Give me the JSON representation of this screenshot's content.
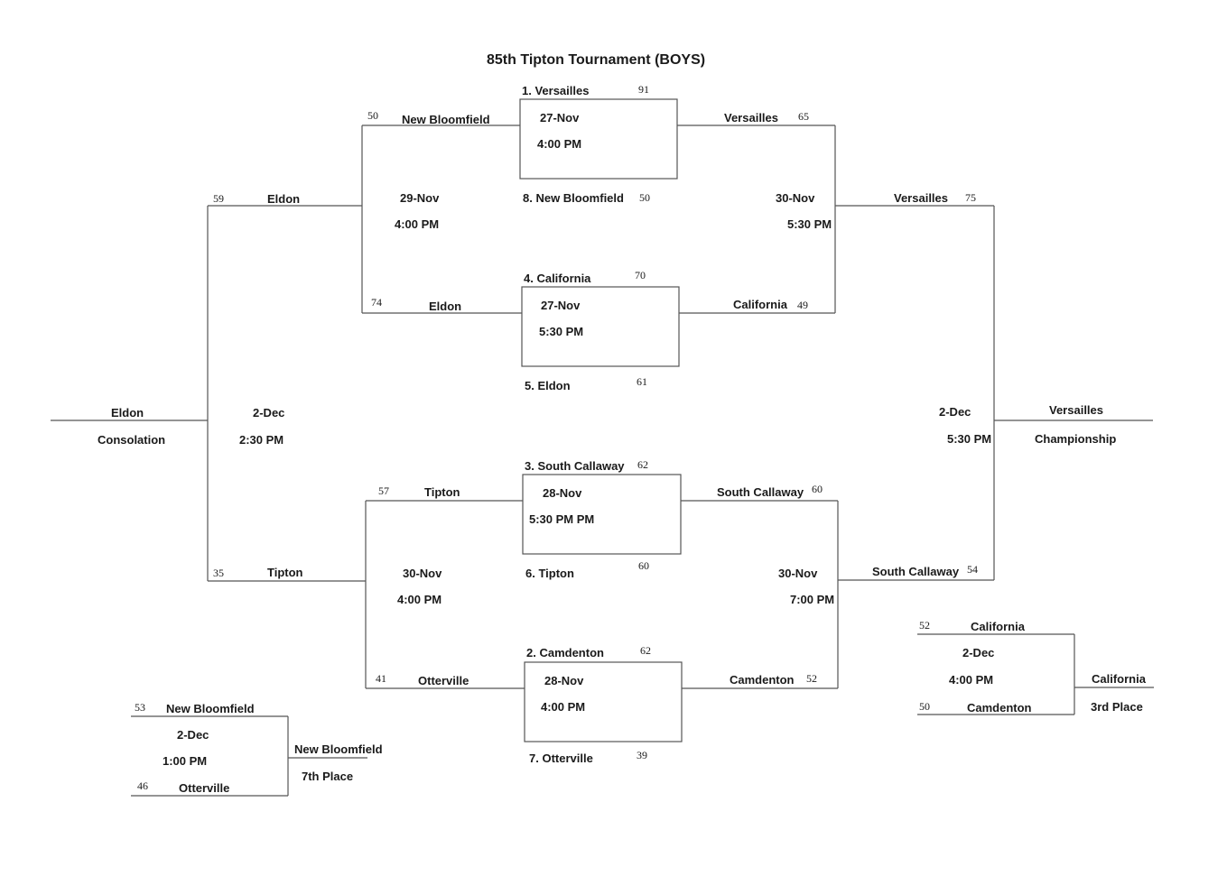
{
  "title": "85th Tipton Tournament (BOYS)",
  "first_round": [
    {
      "top_seed": "1. Versailles",
      "top_score": "91",
      "date": "27-Nov",
      "time": "4:00 PM",
      "bottom_seed": "8. New Bloomfield",
      "bottom_score": "50"
    },
    {
      "top_seed": "4. California",
      "top_score": "70",
      "date": "27-Nov",
      "time": "5:30 PM",
      "bottom_seed": "5. Eldon",
      "bottom_score": "61"
    },
    {
      "top_seed": "3. South Callaway",
      "top_score": "62",
      "date": "28-Nov",
      "time": "5:30 PM PM",
      "bottom_seed": "6. Tipton",
      "bottom_score": "60"
    },
    {
      "top_seed": "2. Camdenton",
      "top_score": "62",
      "date": "28-Nov",
      "time": "4:00 PM",
      "bottom_seed": "7. Otterville",
      "bottom_score": "39"
    }
  ],
  "winners_semis": {
    "top": {
      "team1": "Versailles",
      "score1": "65",
      "team2": "California",
      "score2": "49",
      "date": "30-Nov",
      "time": "5:30 PM"
    },
    "bottom": {
      "team1": "South Callaway",
      "score1": "60",
      "team2": "Camdenton",
      "score2": "52",
      "date": "30-Nov",
      "time": "7:00 PM"
    }
  },
  "championship": {
    "team1": "Versailles",
    "score1": "75",
    "team2": "South Callaway",
    "score2": "54",
    "date": "2-Dec",
    "time": "5:30 PM",
    "winner": "Versailles",
    "label": "Championship"
  },
  "consolation_semis": {
    "top": {
      "team1": "New Bloomfield",
      "score1": "50",
      "team2": "Eldon",
      "score2": "74",
      "date": "29-Nov",
      "time": "4:00 PM"
    },
    "bottom": {
      "team1": "Tipton",
      "score1": "57",
      "team2": "Otterville",
      "score2": "41",
      "date": "30-Nov",
      "time": "4:00 PM"
    }
  },
  "consolation": {
    "team1": "Eldon",
    "score1": "59",
    "team2": "Tipton",
    "score2": "35",
    "date": "2-Dec",
    "time": "2:30 PM",
    "winner": "Eldon",
    "label": "Consolation"
  },
  "third_place": {
    "team1": "California",
    "score1": "52",
    "team2": "Camdenton",
    "score2": "50",
    "date": "2-Dec",
    "time": "4:00 PM",
    "winner": "California",
    "label": "3rd Place"
  },
  "seventh_place": {
    "team1": "New Bloomfield",
    "score1": "53",
    "team2": "Otterville",
    "score2": "46",
    "date": "2-Dec",
    "time": "1:00 PM",
    "winner": "New Bloomfield",
    "label": "7th Place"
  }
}
